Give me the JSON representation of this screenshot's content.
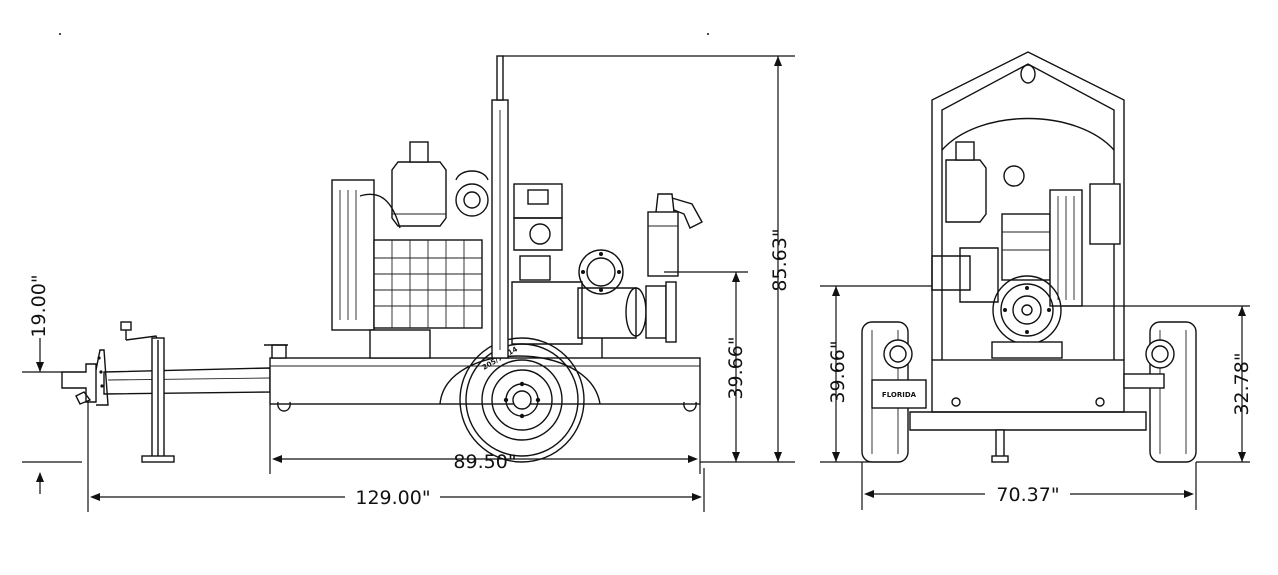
{
  "dimensions": {
    "tongue_height": "19.00\"",
    "overall_height": "85.63\"",
    "side_discharge_height": "39.66\"",
    "front_discharge_height": "39.66\"",
    "front_suction_height": "32.78\"",
    "axle_to_rear": "89.50\"",
    "overall_length": "129.00\"",
    "overall_width": "70.37\""
  },
  "labels": {
    "tire_size": "205/75/14",
    "fender_brand": "FLORIDA"
  }
}
